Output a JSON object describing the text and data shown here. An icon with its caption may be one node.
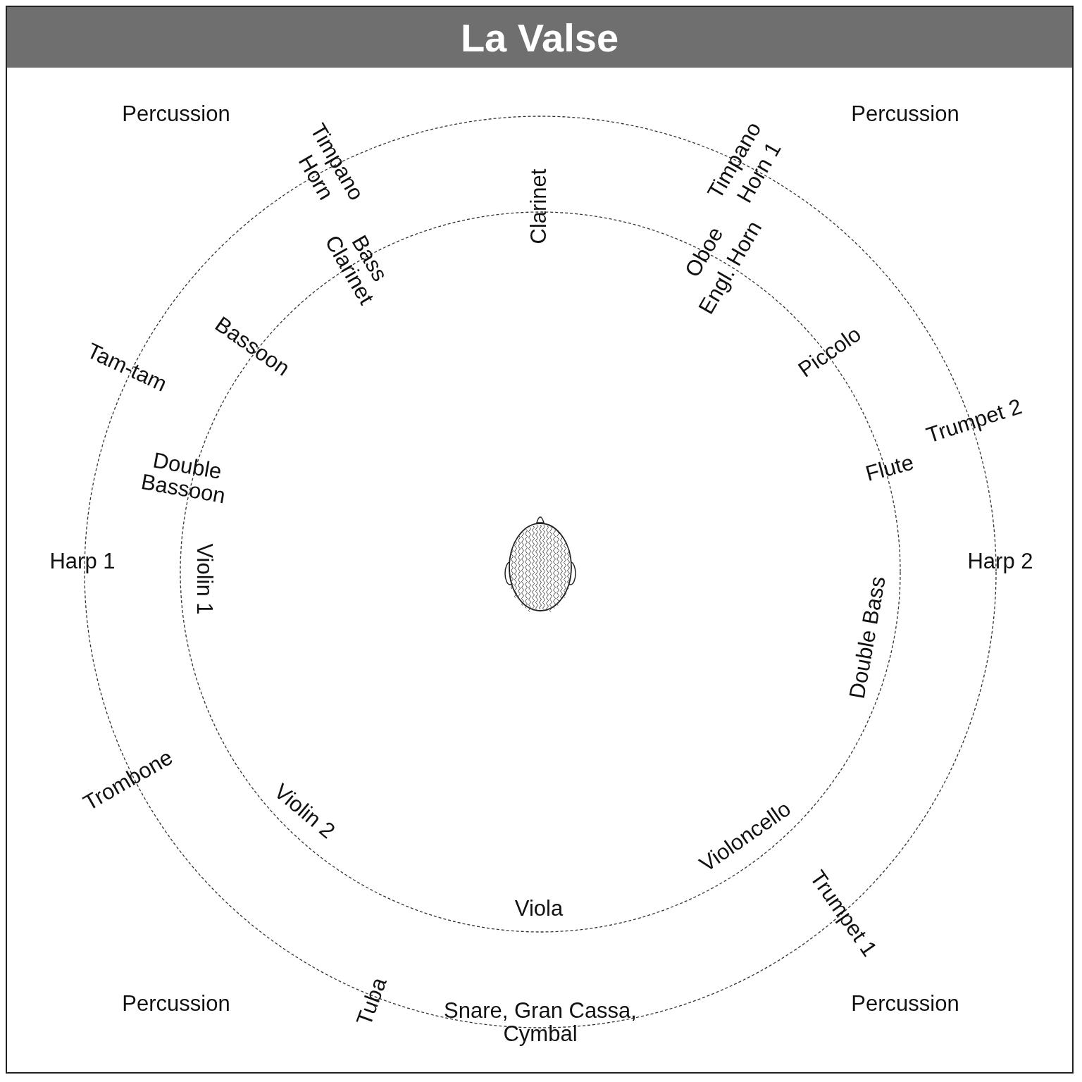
{
  "diagram": {
    "title": "La Valse",
    "labels": [
      "Percussion",
      "Percussion",
      "Timpano",
      "Horn",
      "Timpano",
      "Horn 1",
      "Clarinet",
      "Bass Clarinet",
      "Oboe",
      "Engl. Horn",
      "Tam-tam",
      "Bassoon",
      "Piccolo",
      "Trumpet 2",
      "Flute",
      "Double Bassoon",
      "Harp 1",
      "Harp 2",
      "Violin 1",
      "Double Bass",
      "Trombone",
      "Violin 2",
      "Violoncello",
      "Viola",
      "Trumpet 1",
      "Percussion",
      "Tuba",
      "Snare, Gran Cassa, Cymbal",
      "Percussion"
    ]
  }
}
